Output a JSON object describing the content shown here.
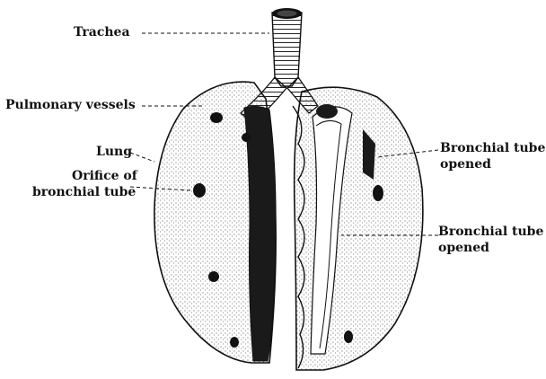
{
  "labels": {
    "trachea": "Trachea",
    "pulmonary_vessels": "Pulmonary vessels",
    "lung": "Lung",
    "orifice_line1": "Orifice of",
    "orifice_line2": "bronchial tube",
    "bronchial_upper_line1": "Bronchial tube",
    "bronchial_upper_line2": "opened",
    "bronchial_lower_line1": "Bronchial tube",
    "bronchial_lower_line2": "opened"
  },
  "colors": {
    "ink": "#111111",
    "paper": "#ffffff",
    "shade": "#3a3a3a"
  }
}
